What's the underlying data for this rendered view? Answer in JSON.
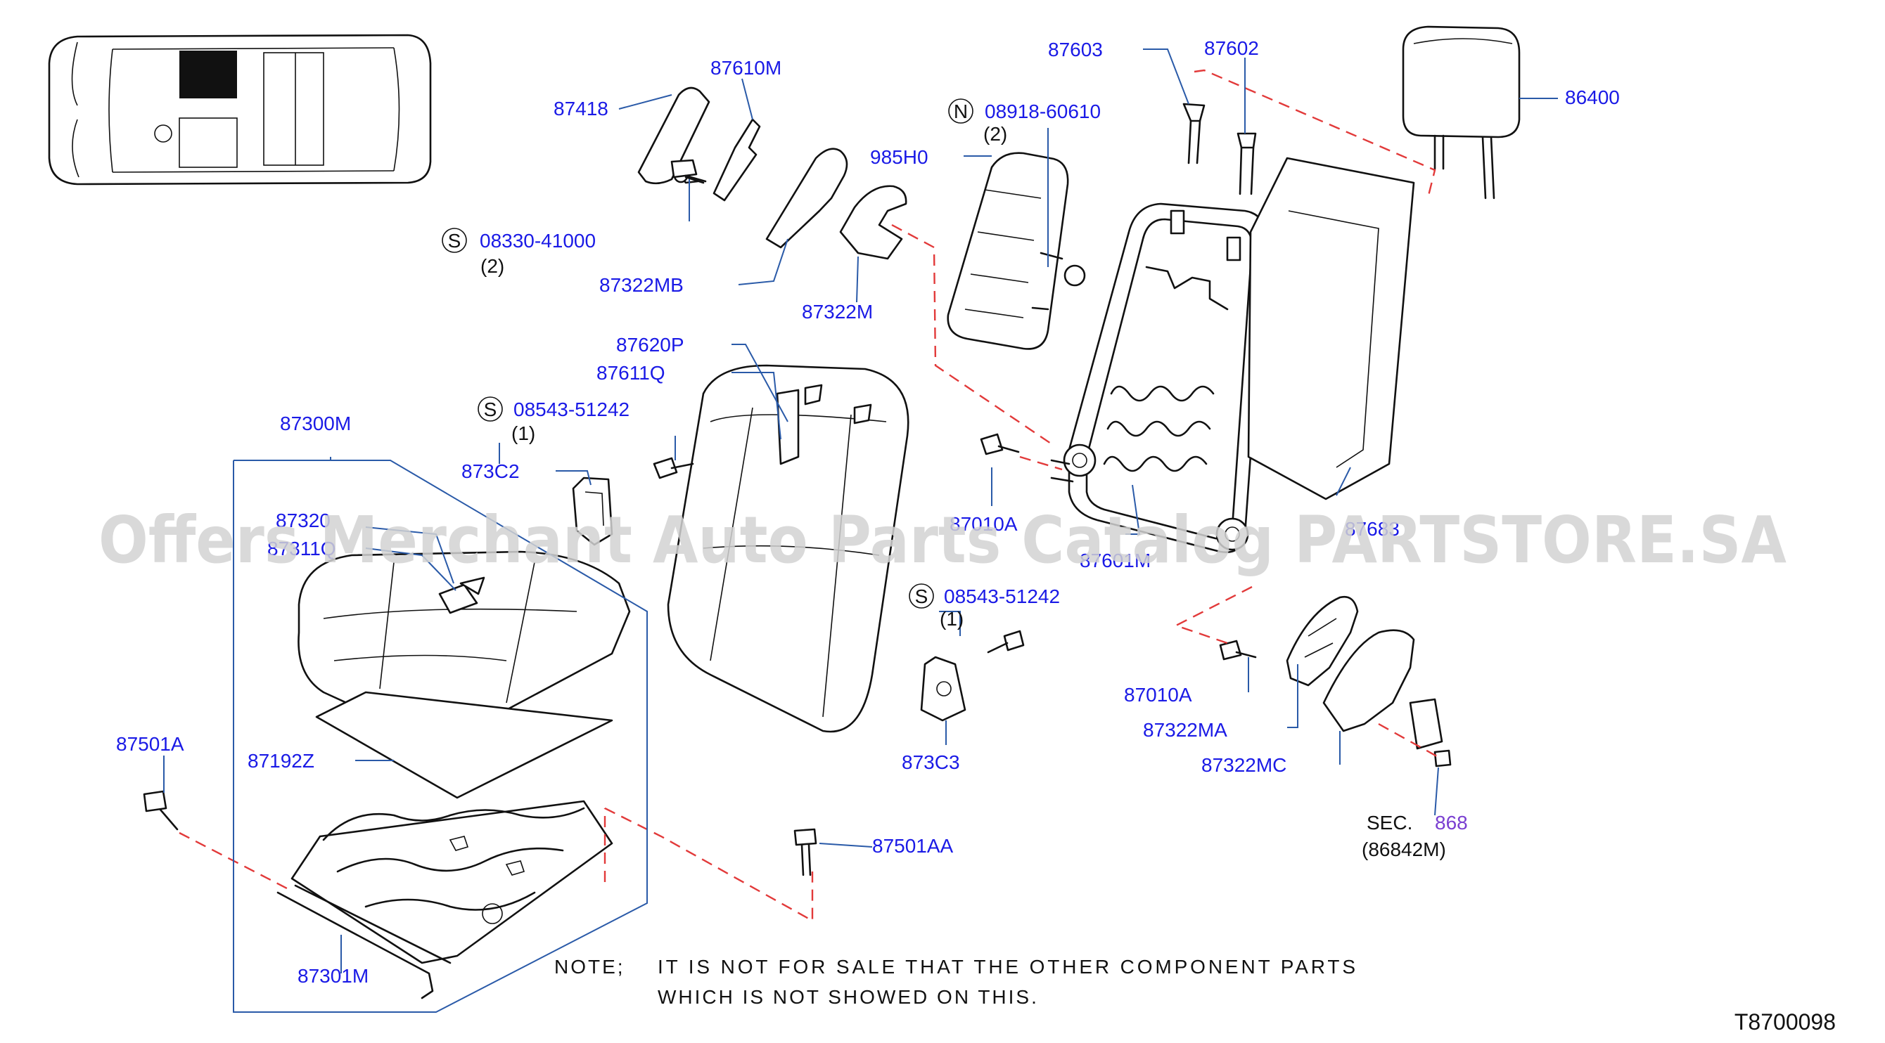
{
  "diagram": {
    "parts": {
      "p87603": "87603",
      "p87602": "87602",
      "p86400": "86400",
      "p87610M": "87610M",
      "p87418": "87418",
      "n08918": "08918-60610",
      "n08918_qty": "(2)",
      "p985H0": "985H0",
      "s08330": "08330-41000",
      "s08330_qty": "(2)",
      "p87322MB": "87322MB",
      "p87322M": "87322M",
      "p87620P": "87620P",
      "p87611Q": "87611Q",
      "s08543a": "08543-51242",
      "s08543a_qty": "(1)",
      "p87300M": "87300M",
      "p873C2": "873C2",
      "p87320": "87320",
      "p873110": "87311Q",
      "p87010A_top": "87010A",
      "p87601M": "87601M",
      "p876x3": "87683",
      "s08543b": "08543-51242",
      "s08543b_qty": "(1)",
      "p87501A": "87501A",
      "p87192Z": "87192Z",
      "p873C3": "873C3",
      "p87010A_bot": "87010A",
      "p87322MA": "87322MA",
      "p87322MC": "87322MC",
      "sec_label": "SEC.",
      "sec_num": "868",
      "sec_ref": "(86842M)",
      "p87501AA": "87501AA",
      "p87301M": "87301M"
    },
    "markers": {
      "s": "S",
      "n": "N"
    },
    "note": {
      "label": "NOTE;",
      "line1": "IT IS NOT FOR SALE THAT THE OTHER COMPONENT PARTS",
      "line2": "WHICH IS NOT SHOWED ON THIS."
    },
    "watermark": "Offers Merchant Auto Parts Catalog PARTSTORE.SA",
    "diagram_code": "T8700098",
    "colors": {
      "label": "#1a1ae6",
      "leader": "#2a5aa8",
      "dashed": "#e23a3a",
      "watermark": "#d2d2d2"
    }
  }
}
